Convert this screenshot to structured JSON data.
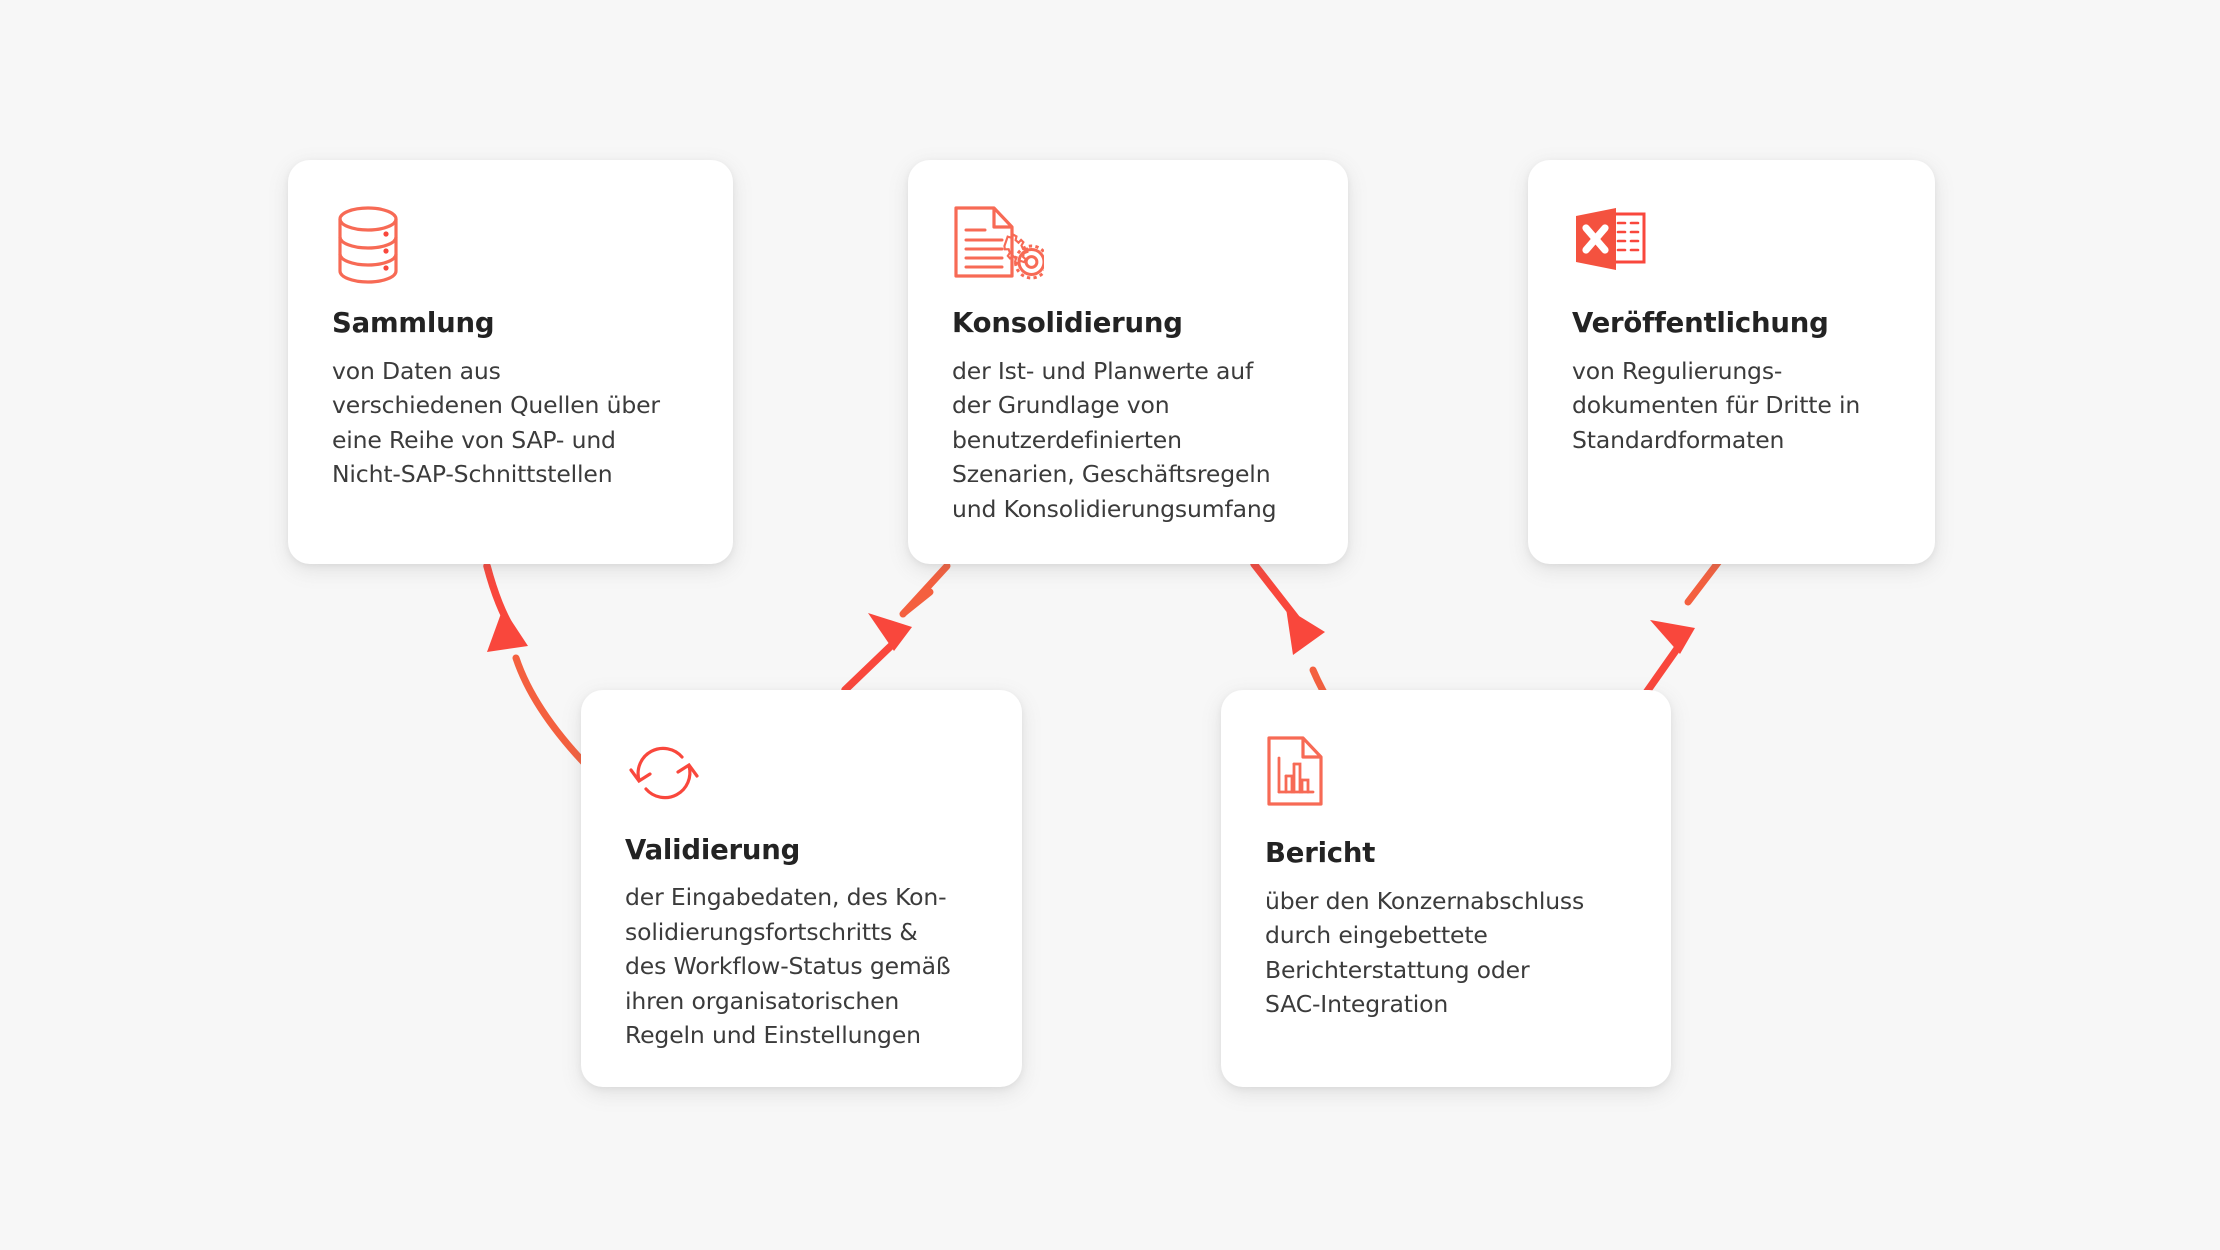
{
  "theme": {
    "background": "#f7f7f7",
    "card_background": "#ffffff",
    "accent_red": "#f9473c",
    "accent_orange": "#f4603f",
    "icon_outline": "#f76a55",
    "title_color": "#232323",
    "body_color": "#3b3b3b"
  },
  "diagram": {
    "type": "process-flow",
    "step_count": 5,
    "layout": "zigzag",
    "cards": [
      {
        "id": "sammlung",
        "index": 1,
        "icon": "database-icon",
        "title": "Sammlung",
        "description": "von Daten aus\nverschiedenen Quellen über\neine Reihe von SAP- und\nNicht-SAP-Schnittstellen",
        "row": "top"
      },
      {
        "id": "validierung",
        "index": 2,
        "icon": "refresh-cycle-icon",
        "title": "Validierung",
        "description": "der Eingabedaten, des Kon-\nsolidierungsfortschritts &\ndes Workflow-Status gemäß\nihren organisatorischen\nRegeln und Einstellungen",
        "row": "bottom"
      },
      {
        "id": "konsolidierung",
        "index": 3,
        "icon": "document-gear-icon",
        "title": "Konsolidierung",
        "description": "der Ist- und Planwerte auf\nder Grundlage von\nbenutzerdefinierten\nSzenarien, Geschäftsregeln\nund Konsolidierungsumfang",
        "row": "top"
      },
      {
        "id": "bericht",
        "index": 4,
        "icon": "document-chart-icon",
        "title": "Bericht",
        "description": "über den Konzernabschluss\ndurch eingebettete\nBerichterstattung oder\nSAC-Integration",
        "row": "bottom"
      },
      {
        "id": "veroeffentlichung",
        "index": 5,
        "icon": "excel-spreadsheet-icon",
        "title": "Veröffentlichung",
        "description": "von Regulierungs-\ndokumenten für Dritte in\nStandardformaten",
        "row": "top"
      }
    ],
    "connectors": [
      {
        "id": "sammlung-to-validierung",
        "from": "sammlung",
        "to": "validierung",
        "direction": "down-right"
      },
      {
        "id": "validierung-to-konsolidierung",
        "from": "validierung",
        "to": "konsolidierung",
        "direction": "up-right"
      },
      {
        "id": "konsolidierung-to-bericht",
        "from": "konsolidierung",
        "to": "bericht",
        "direction": "down-right"
      },
      {
        "id": "bericht-to-veroeffentlichung",
        "from": "bericht",
        "to": "veroeffentlichung",
        "direction": "up-right"
      }
    ]
  }
}
